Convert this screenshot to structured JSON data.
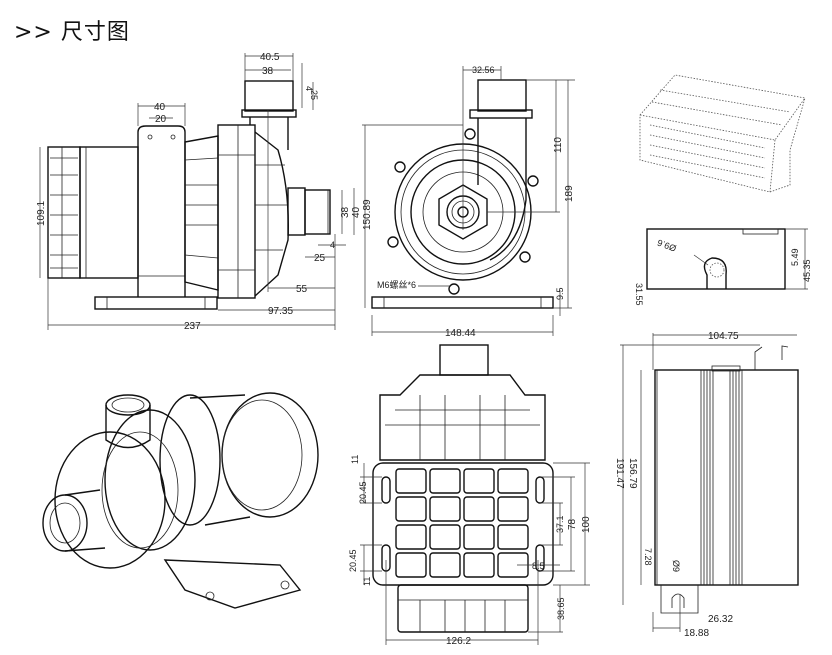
{
  "title": ">> 尺寸图",
  "side_view": {
    "outlet_outer": "40.5",
    "outlet_inner": "38",
    "outlet_lip": "4",
    "outlet_height": "25",
    "bracket_width": "40",
    "bracket_hole_spacing": "20",
    "motor_diameter": "109.1",
    "inlet_inner": "38",
    "inlet_outer": "40",
    "inlet_lip": "4",
    "inlet_length": "25",
    "outlet_to_inlet": "55",
    "base_to_inlet": "97.35",
    "total_length": "237"
  },
  "front_view": {
    "outlet_offset": "32.56",
    "outlet_to_center": "110",
    "total_height": "189",
    "center_height": "150.89",
    "screw_note": "M6螺丝*6",
    "base_thickness": "9.5",
    "base_width": "148.44"
  },
  "controller": {
    "hole_dia": "Ø9.6",
    "slot_offset": "5.49",
    "height": "45.35",
    "side_length": "31.55",
    "width": "104.75",
    "body_length": "156.79",
    "total_length": "191.47",
    "tab_offset": "7.28",
    "tab_hole": "Ø9",
    "tab_width": "26.32",
    "tab_hole_offset": "18.88"
  },
  "bottom_view": {
    "edge_top": "11",
    "slot_top": "20.45",
    "slot_bottom": "20.45",
    "edge_bottom": "11",
    "slot_gap": "37.1",
    "hole_spacing": "78",
    "plate_depth": "100",
    "slot_width": "8.5",
    "fin_depth": "38.65",
    "plate_width": "126.2"
  }
}
